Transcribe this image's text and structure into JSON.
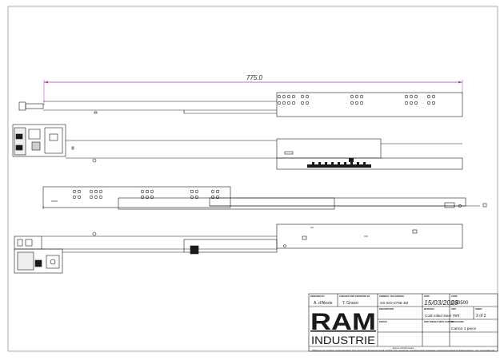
{
  "dimension": {
    "value": "775.0"
  },
  "title_block": {
    "designed_by_label": "DESIGNED BY",
    "designed_by": "A. d'Alesio",
    "checked_label": "CHECKED AND APPROVED BY",
    "checked_by": "T. Grassi",
    "tolerance_label": "GENERAL TOLLERANCE",
    "tolerance": "SS-ISO-2768-1M",
    "date_label": "DATE",
    "date": "15/03/2023",
    "code_label": "CODE",
    "code": "Q50500",
    "description_label": "DESCRIPTION",
    "material_label": "MATERIAL",
    "material": "Cold rolled steel",
    "unit_label": "UNIT",
    "unit": "mm",
    "sheet_label": "SHEET",
    "sheet": "3 of 2",
    "device_label": "DEVICE",
    "part_weight_label": "PART WEIGHT WITH CARTON",
    "packaging_label": "PACKAGING",
    "packaging": "Carton 1 piece",
    "logo_top": "RAM",
    "logo_bottom": "INDUSTRIE",
    "footer_line1": "Property of RAM Industrie",
    "footer_line2": "Without its written authorization this present drawing shall neither be used for construction anyway, communicated to third parties, nor reproduced"
  },
  "colors": {
    "line": "#1a1a1a",
    "dimension": "#b03ab0",
    "frame": "#9a9a9a"
  }
}
